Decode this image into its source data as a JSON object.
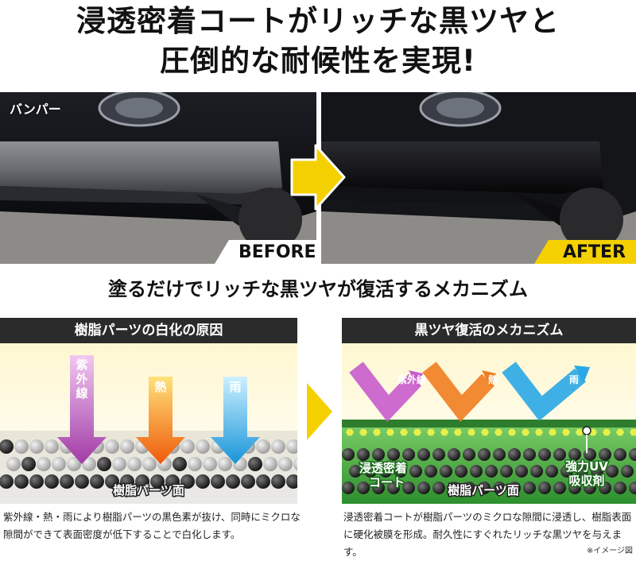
{
  "headline": {
    "line1": "浸透密着コートがリッチな黒ツヤと",
    "line2": "圧倒的な耐候性を実現!"
  },
  "before_after": {
    "part_label": "バンパー",
    "before_label": "BEFORE",
    "after_label": "AFTER",
    "accent_color": "#f5d000"
  },
  "mechanism_heading": "塗るだけでリッチな黒ツヤが復活するメカニズム",
  "left_panel": {
    "title": "樹脂パーツの白化の原因",
    "arrows": [
      "紫外線",
      "熱",
      "雨"
    ],
    "surface_label": "樹脂パーツ面",
    "description_line1": "紫外線・熱・雨により樹脂パーツの黒色素が抜け、同時にミクロな",
    "description_line2": "隙間ができて表面密度が低下することで白化します。"
  },
  "right_panel": {
    "title": "黒ツヤ復活のメカニズム",
    "arrows": [
      "紫外線",
      "熱",
      "雨"
    ],
    "coat_label_1": "浸透密着",
    "coat_label_2": "コート",
    "surface_label": "樹脂パーツ面",
    "uv_label_1": "強力UV",
    "uv_label_2": "吸収剤",
    "description_line1": "浸透密着コートが樹脂パーツのミクロな隙間に浸透し、樹脂表面",
    "description_line2": "に硬化被膜を形成。耐久性にすぐれたリッチな黒ツヤを与えます。"
  },
  "image_note": "※イメージ図",
  "colors": {
    "uv_arrow": "#b33fb8",
    "heat_arrow": "#f06a10",
    "rain_arrow": "#1a9ee0",
    "coat_green": "#3aa63a",
    "panel_header": "#2b2b2b"
  }
}
